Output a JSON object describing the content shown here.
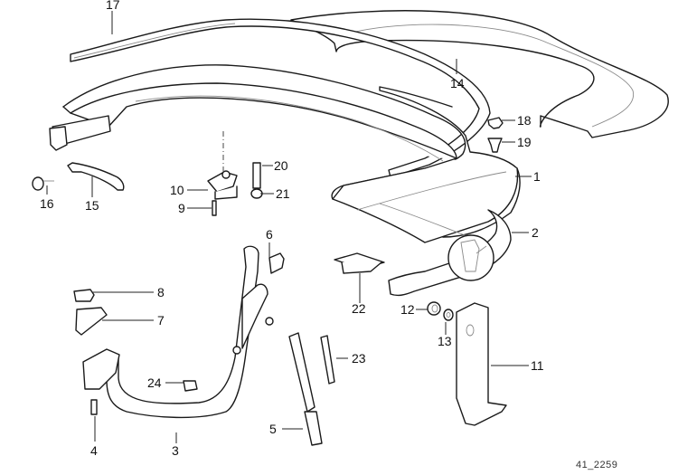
{
  "diagram": {
    "type": "exploded parts diagram",
    "reference_code": "41_2259",
    "colors": {
      "line": "#1a1a1a",
      "background": "#ffffff",
      "shading": "#e9e9e9"
    },
    "callouts": [
      {
        "id": "1",
        "label": "1"
      },
      {
        "id": "2",
        "label": "2"
      },
      {
        "id": "3",
        "label": "3"
      },
      {
        "id": "4",
        "label": "4"
      },
      {
        "id": "5",
        "label": "5"
      },
      {
        "id": "6",
        "label": "6"
      },
      {
        "id": "7",
        "label": "7"
      },
      {
        "id": "8",
        "label": "8"
      },
      {
        "id": "9",
        "label": "9"
      },
      {
        "id": "10",
        "label": "10"
      },
      {
        "id": "11",
        "label": "11"
      },
      {
        "id": "12",
        "label": "12"
      },
      {
        "id": "13",
        "label": "13"
      },
      {
        "id": "14",
        "label": "14"
      },
      {
        "id": "15",
        "label": "15"
      },
      {
        "id": "16",
        "label": "16"
      },
      {
        "id": "17",
        "label": "17"
      },
      {
        "id": "18",
        "label": "18"
      },
      {
        "id": "19",
        "label": "19"
      },
      {
        "id": "20",
        "label": "20"
      },
      {
        "id": "21",
        "label": "21"
      },
      {
        "id": "22",
        "label": "22"
      },
      {
        "id": "23",
        "label": "23"
      },
      {
        "id": "24",
        "label": "24"
      }
    ]
  }
}
